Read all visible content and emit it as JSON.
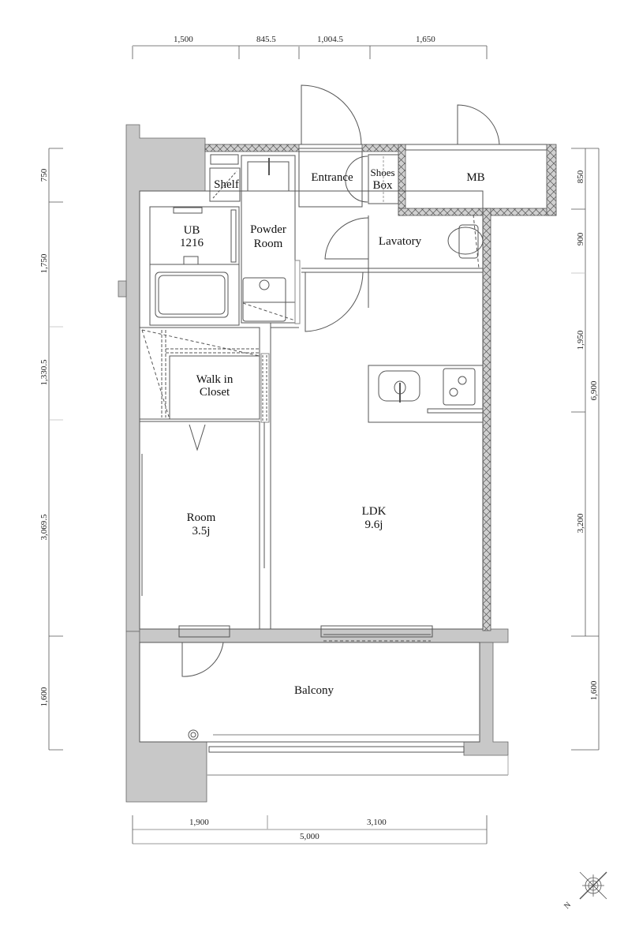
{
  "rooms": {
    "shelf": {
      "label": "Shelf"
    },
    "ub": {
      "label": "UB",
      "size": "1216"
    },
    "powder_room": {
      "line1": "Powder",
      "line2": "Room"
    },
    "entrance": {
      "label": "Entrance"
    },
    "shoes_box": {
      "line1": "Shoes",
      "line2": "Box"
    },
    "mb": {
      "label": "MB"
    },
    "lavatory": {
      "label": "Lavatory"
    },
    "walk_in_closet": {
      "line1": "Walk in",
      "line2": "Closet"
    },
    "room": {
      "label": "Room",
      "size": "3.5j"
    },
    "ldk": {
      "label": "LDK",
      "size": "9.6j"
    },
    "balcony": {
      "label": "Balcony"
    }
  },
  "dimensions": {
    "top": [
      "1,500",
      "845.5",
      "1,004.5",
      "1,650"
    ],
    "left": [
      "750",
      "1,750",
      "1,330.5",
      "3,069.5",
      "1,600"
    ],
    "right": [
      "850",
      "900",
      "1,950",
      "3,200",
      "1,600"
    ],
    "right_total": "6,900",
    "bottom": [
      "1,900",
      "3,100"
    ],
    "bottom_total": "5,000"
  },
  "compass": {
    "north_label": "N"
  },
  "colors": {
    "wall": "#c8c8c8",
    "line": "#555555",
    "dim_line": "#bdbdbd"
  }
}
